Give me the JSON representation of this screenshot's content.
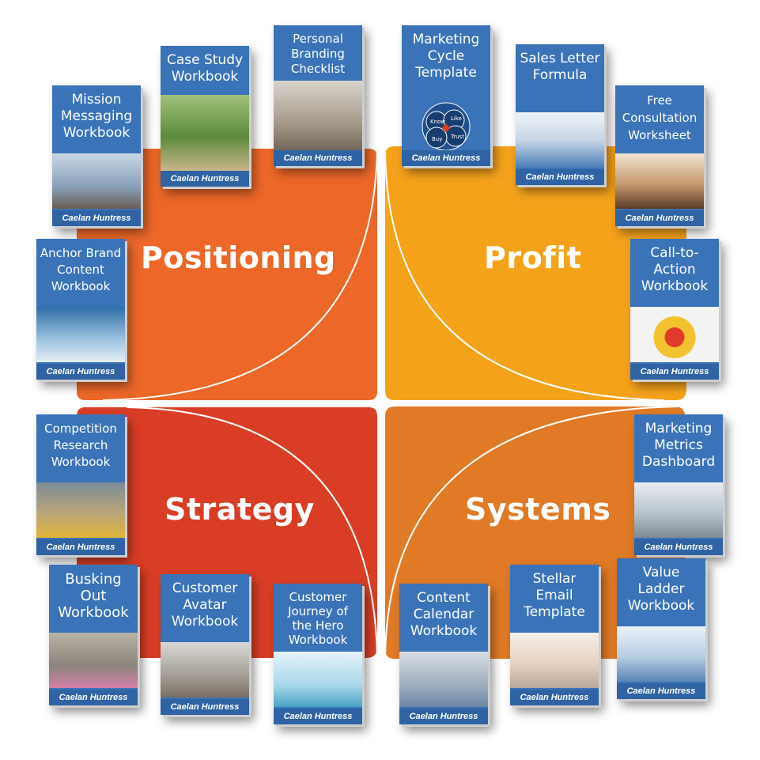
{
  "quadrants": {
    "positioning": {
      "label": "Positioning",
      "color": "#ec6728"
    },
    "profit": {
      "label": "Profit",
      "color": "#f5a21b"
    },
    "strategy": {
      "label": "Strategy",
      "color": "#d93d25"
    },
    "systems": {
      "label": "Systems",
      "color": "#e07a26"
    }
  },
  "book_color": "#3a73b8",
  "books": [
    {
      "title": "Mission Messaging Workbook",
      "author": "Caelan Huntress"
    },
    {
      "title": "Case Study Workbook",
      "author": "Caelan Huntress"
    },
    {
      "title": "Personal Branding Checklist",
      "author": "Caelan Huntress"
    },
    {
      "title": "Marketing Cycle Template",
      "author": "Caelan Huntress",
      "art_labels": [
        "Know",
        "Like",
        "Trust",
        "Buy"
      ]
    },
    {
      "title": "Sales Letter Formula",
      "author": "Caelan Huntress"
    },
    {
      "title": "Free Consultation Worksheet",
      "author": "Caelan Huntress"
    },
    {
      "title": "Anchor Brand Content Workbook",
      "author": "Caelan Huntress"
    },
    {
      "title": "Call-to-Action Workbook",
      "author": "Caelan Huntress"
    },
    {
      "title": "Competition Research Workbook",
      "author": "Caelan Huntress"
    },
    {
      "title": "Marketing Metrics Dashboard",
      "author": "Caelan Huntress"
    },
    {
      "title": "Busking Out Workbook",
      "author": "Caelan Huntress"
    },
    {
      "title": "Customer Avatar Workbook",
      "author": "Caelan Huntress"
    },
    {
      "title": "Customer Journey of the Hero Workbook",
      "author": "Caelan Huntress"
    },
    {
      "title": "Content Calendar Workbook",
      "author": "Caelan Huntress"
    },
    {
      "title": "Stellar Email Template",
      "author": "Caelan Huntress"
    },
    {
      "title": "Value Ladder Workbook",
      "author": "Caelan Huntress"
    }
  ]
}
